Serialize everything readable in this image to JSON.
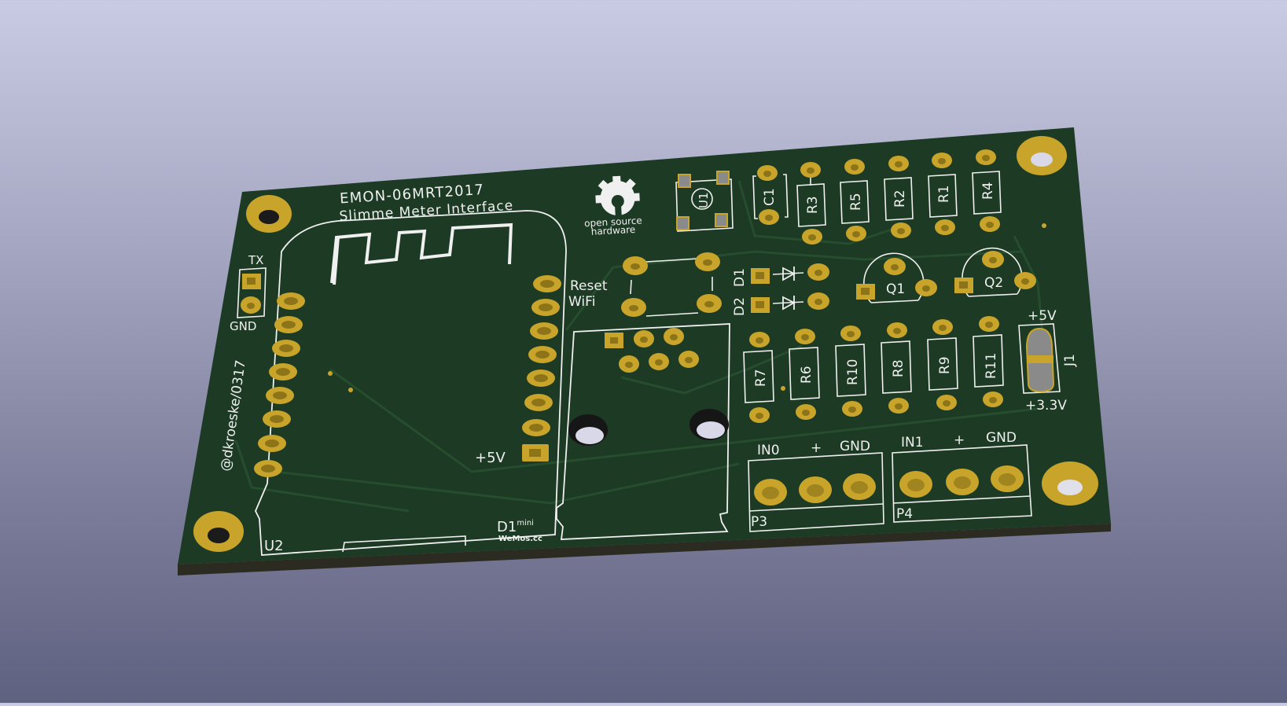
{
  "board": {
    "title": "EMON-06MRT2017",
    "subtitle": "Slimme Meter Interface",
    "author": "@dkroeske/0317",
    "logo_text_1": "open source",
    "logo_text_2": "hardware",
    "colors": {
      "background_top": "#c9cae3",
      "background_bottom": "#5f6180",
      "pcb": "#1c3a24",
      "pcb_edge": "#2b2b22",
      "copper_pad": "#c8a52a",
      "silkscreen": "#f0f0f0"
    }
  },
  "labels": {
    "tx": "TX",
    "gnd": "GND",
    "u2": "U2",
    "d1": "D1",
    "d1_sup": "mini",
    "wemos": "WeMos.cc",
    "plus5v_left": "+5V",
    "reset": "Reset",
    "wifi": "WiFi",
    "u1": "U1",
    "c1": "C1",
    "r3": "R3",
    "r5": "R5",
    "r2": "R2",
    "r1": "R1",
    "r4": "R4",
    "d1_diode": "D1",
    "d2_diode": "D2",
    "q1": "Q1",
    "q2": "Q2",
    "plus5v_right": "+5V",
    "j1": "J1",
    "plus3v3": "+3.3V",
    "r7": "R7",
    "r6": "R6",
    "r10": "R10",
    "r8": "R8",
    "r9": "R9",
    "r11": "R11",
    "in0": "IN0",
    "plus_a": "+",
    "gnd_a": "GND",
    "in1": "IN1",
    "plus_b": "+",
    "gnd_b": "GND",
    "p3": "P3",
    "p4": "P4"
  }
}
